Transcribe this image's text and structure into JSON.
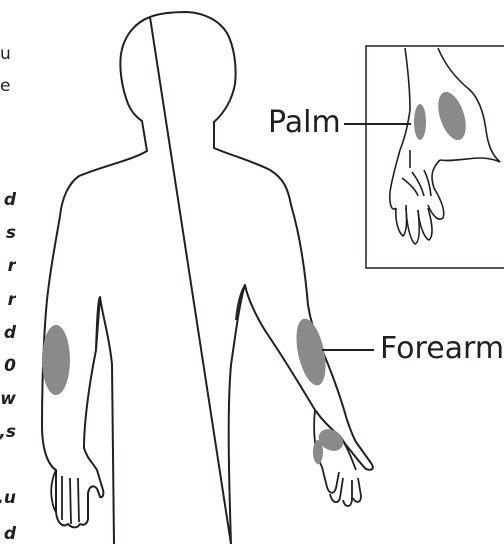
{
  "labels": {
    "palm": "Palm",
    "forearm": "Forearm"
  },
  "cropped_text": {
    "plain_lines": [
      "u",
      "e"
    ],
    "bold_lines": [
      "d",
      "s",
      "r",
      "r",
      "d",
      "0",
      "w",
      "s,",
      "",
      "u.",
      "d"
    ]
  },
  "colors": {
    "outline": "#231f20",
    "site_fill": "#8a8a8a",
    "background": "#ffffff"
  }
}
